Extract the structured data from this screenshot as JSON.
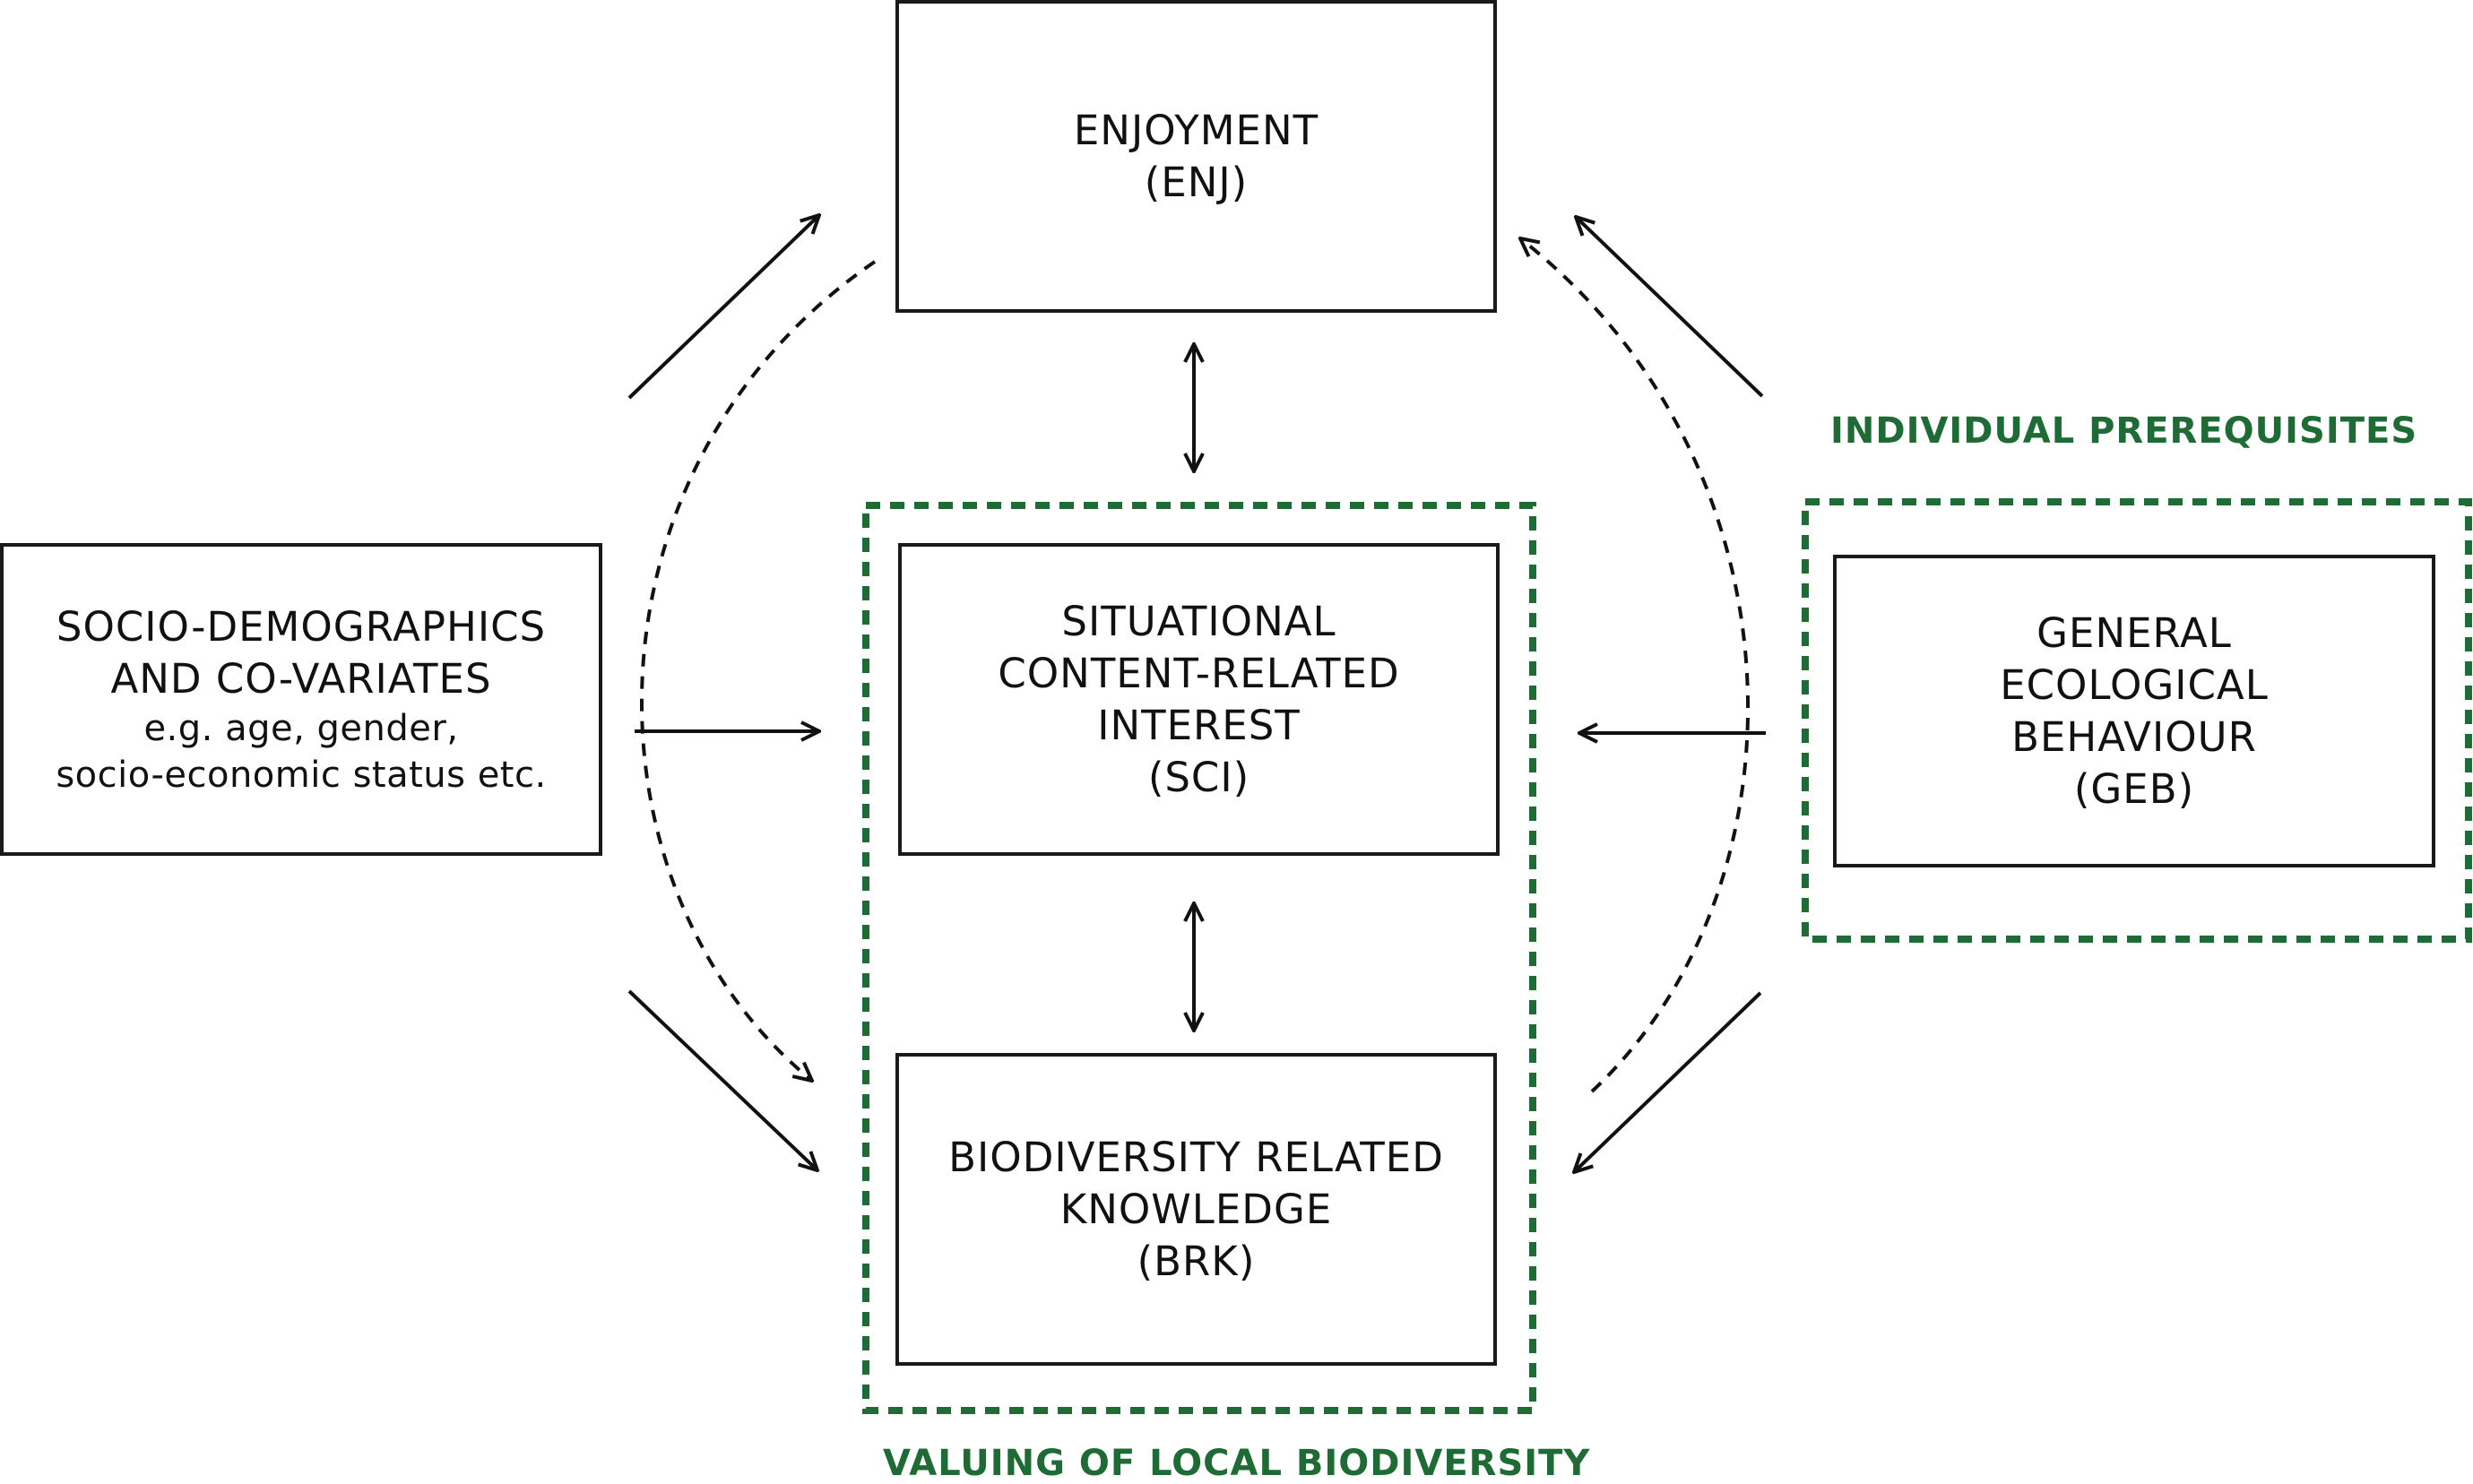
{
  "boxes": {
    "enj": {
      "lines": [
        "ENJOYMENT",
        "(ENJ)"
      ]
    },
    "sci": {
      "lines": [
        "SITUATIONAL",
        "CONTENT-RELATED",
        "INTEREST",
        "(SCI)"
      ]
    },
    "brk": {
      "lines": [
        "BIODIVERSITY RELATED",
        "KNOWLEDGE",
        "(BRK)"
      ]
    },
    "socio": {
      "lines": [
        "SOCIO-DEMOGRAPHICS",
        "AND CO-VARIATES"
      ],
      "detail": [
        "e.g. age, gender,",
        "socio-economic status etc."
      ]
    },
    "geb": {
      "lines": [
        "GENERAL",
        "ECOLOGICAL",
        "BEHAVIOUR",
        "(GEB)"
      ]
    }
  },
  "groups": {
    "valuing": {
      "label": "VALUING OF LOCAL BIODIVERSITY"
    },
    "prerequisites": {
      "label": "INDIVIDUAL PREREQUISITES"
    }
  },
  "colors": {
    "group_border": "#1e6b35",
    "group_label": "#1e6b35",
    "box_border": "#1a1a1a",
    "arrow": "#111111"
  }
}
